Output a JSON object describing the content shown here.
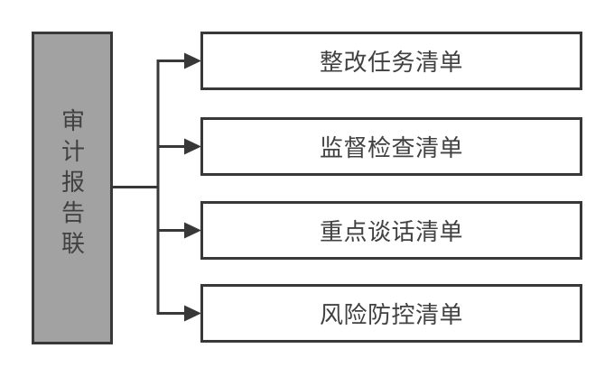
{
  "diagram": {
    "source": {
      "label": "审计报告联"
    },
    "targets": [
      {
        "label": "整改任务清单"
      },
      {
        "label": "监督检查清单"
      },
      {
        "label": "重点谈话清单"
      },
      {
        "label": "风险防控清单"
      }
    ],
    "colors": {
      "background": "#ffffff",
      "source_fill": "#a2a2a2",
      "border": "#383838",
      "line": "#383838",
      "text": "#414141"
    }
  }
}
